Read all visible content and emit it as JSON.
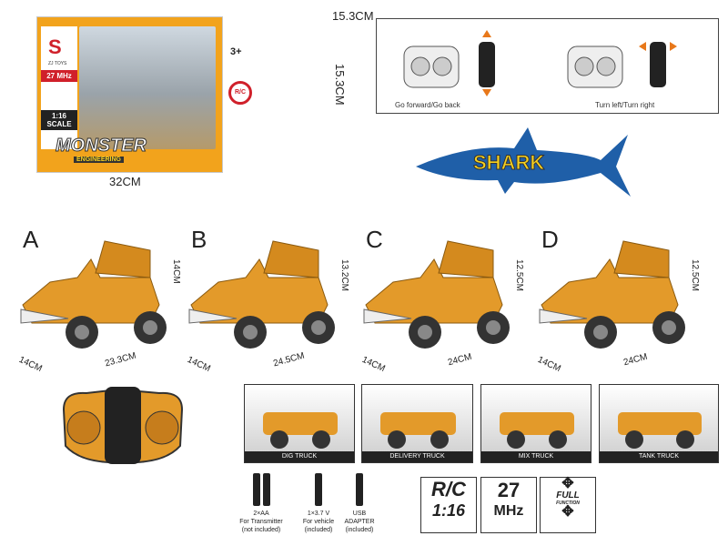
{
  "package": {
    "brand": "ZJ TOYS",
    "frequency": "27 MHz",
    "scale": "1:16",
    "scale_label": "SCALE",
    "title": "MONSTER",
    "subtitle": "ENGINEERING",
    "age": "3+",
    "rc_badge": "R/C",
    "width": "32CM",
    "height": "15.3CM",
    "depth": "15.3CM"
  },
  "controls": {
    "forward_caption": "Go forward/Go back",
    "turn_caption": "Turn left/Turn right"
  },
  "shark_label": "SHARK",
  "variants": [
    {
      "letter": "A",
      "height": "14CM",
      "depth": "14CM",
      "length": "23.3CM"
    },
    {
      "letter": "B",
      "height": "13.2CM",
      "depth": "14CM",
      "length": "24.5CM"
    },
    {
      "letter": "C",
      "height": "12.5CM",
      "depth": "14CM",
      "length": "24CM"
    },
    {
      "letter": "D",
      "height": "12.5CM",
      "depth": "14CM",
      "length": "24CM"
    }
  ],
  "modes": [
    "DIG TRUCK",
    "DELIVERY TRUCK",
    "MIX TRUCK",
    "TANK TRUCK"
  ],
  "batteries": [
    {
      "l1": "2×AA",
      "l2": "For Transmitter",
      "l3": "(not included)"
    },
    {
      "l1": "1×3.7 V",
      "l2": "For vehicle",
      "l3": "(included)"
    },
    {
      "l1": "USB",
      "l2": "ADAPTER",
      "l3": "(included)"
    }
  ],
  "badges": {
    "rc": "R/C",
    "scale": "1:16",
    "freq": "27",
    "freq_unit": "MHz",
    "full": "FULL",
    "function": "FUNCTION"
  },
  "colors": {
    "orange": "#f2a31c",
    "shark_blue": "#1f5fa8",
    "shark_text": "#f7d11e",
    "red": "#d0202a"
  }
}
